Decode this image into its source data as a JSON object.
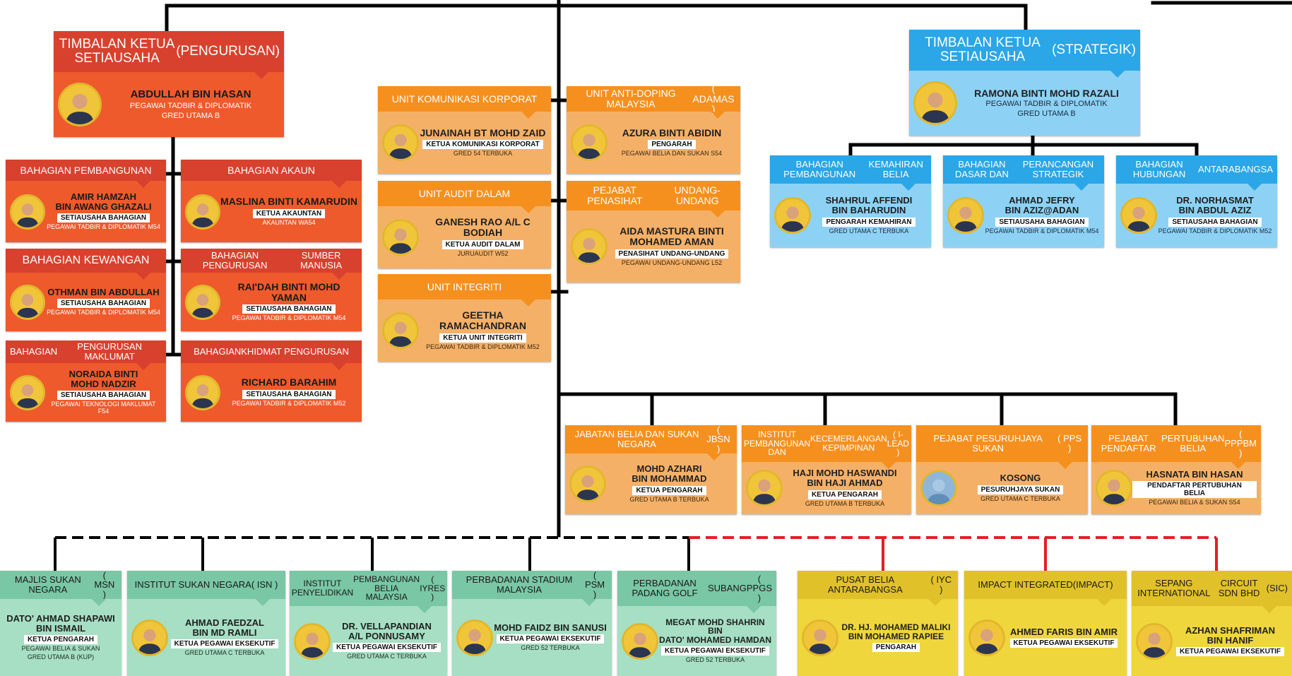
{
  "colors": {
    "red_header": "#d8412e",
    "red_body": "#ee5a2c",
    "blue_header": "#2ba6e6",
    "blue_body": "#8dd2f4",
    "orange_header": "#f5901f",
    "orange_body": "#f5b068",
    "green_header": "#79c7a5",
    "green_body": "#a6dfc4",
    "yellow_header": "#e1c12a",
    "yellow_body": "#efd63c",
    "connector_black": "#000000",
    "connector_red_dashed": "#e41e26",
    "avatar_ring": "#e2b72c"
  },
  "boxes": [
    {
      "key": "tks_pengurusan",
      "header": [
        "TIMBALAN KETUA SETIAUSAHA",
        "(PENGURUSAN)"
      ],
      "name": [
        "ABDULLAH BIN HASAN"
      ],
      "position": "",
      "grade": [
        "PEGAWAI TADBIR & DIPLOMATIK",
        "GRED UTAMA B"
      ]
    },
    {
      "key": "tks_strategik",
      "header": [
        "TIMBALAN KETUA SETIAUSAHA",
        "(STRATEGIK)"
      ],
      "name": [
        "RAMONA BINTI MOHD RAZALI"
      ],
      "position": "",
      "grade": [
        "PEGAWAI TADBIR & DIPLOMATIK",
        "GRED UTAMA B"
      ]
    },
    {
      "key": "bah_pembangunan",
      "header": [
        "BAHAGIAN PEMBANGUNAN"
      ],
      "name": [
        "AMIR HAMZAH",
        "BIN AWANG GHAZALI"
      ],
      "position": "SETIAUSAHA BAHAGIAN",
      "grade": [
        "PEGAWAI TADBIR & DIPLOMATIK M54"
      ]
    },
    {
      "key": "bah_akaun",
      "header": [
        "BAHAGIAN AKAUN"
      ],
      "name": [
        "MASLINA BINTI KAMARUDIN"
      ],
      "position": "KETUA AKAUNTAN",
      "grade": [
        "AKAUNTAN WA54"
      ]
    },
    {
      "key": "bah_kewangan",
      "header": [
        "BAHAGIAN KEWANGAN"
      ],
      "name": [
        "OTHMAN BIN ABDULLAH"
      ],
      "position": "SETIAUSAHA BAHAGIAN",
      "grade": [
        "PEGAWAI TADBIR & DIPLOMATIK M54"
      ]
    },
    {
      "key": "bah_psm",
      "header": [
        "BAHAGIAN PENGURUSAN",
        "SUMBER MANUSIA"
      ],
      "name": [
        "RAI'DAH BINTI MOHD YAMAN"
      ],
      "position": "SETIAUSAHA BAHAGIAN",
      "grade": [
        "PEGAWAI TADBIR & DIPLOMATIK M54"
      ]
    },
    {
      "key": "bah_maklumat",
      "header": [
        "BAHAGIAN",
        "PENGURUSAN MAKLUMAT"
      ],
      "name": [
        "NORAIDA BINTI",
        "MOHD NADZIR"
      ],
      "position": "SETIAUSAHA BAHAGIAN",
      "grade": [
        "PEGAWAI TEKNOLOGI MAKLUMAT F54"
      ]
    },
    {
      "key": "bah_khidmat",
      "header": [
        "BAHAGIAN",
        "KHIDMAT PENGURUSAN"
      ],
      "name": [
        "RICHARD BARAHIM"
      ],
      "position": "SETIAUSAHA BAHAGIAN",
      "grade": [
        "PEGAWAI TADBIR & DIPLOMATIK M52"
      ]
    },
    {
      "key": "unit_komunikasi",
      "header": [
        "UNIT KOMUNIKASI KORPORAT"
      ],
      "name": [
        "JUNAINAH BT MOHD ZAID"
      ],
      "position": "KETUA KOMUNIKASI KORPORAT",
      "grade": [
        "GRED 54 TERBUKA"
      ]
    },
    {
      "key": "unit_antidoping",
      "header": [
        "UNIT ANTI-DOPING MALAYSIA",
        "( ADAMAS )"
      ],
      "name": [
        "AZURA BINTI ABIDIN"
      ],
      "position": "PENGARAH",
      "grade": [
        "PEGAWAI BELIA DAN SUKAN S54"
      ]
    },
    {
      "key": "unit_audit",
      "header": [
        "UNIT AUDIT DALAM"
      ],
      "name": [
        "GANESH RAO A/L C BODIAH"
      ],
      "position": "KETUA AUDIT DALAM",
      "grade": [
        "JURUAUDIT W52"
      ]
    },
    {
      "key": "pejabat_undang",
      "header": [
        "PEJABAT PENASIHAT",
        "UNDANG-UNDANG"
      ],
      "name": [
        "AIDA MASTURA BINTI",
        "MOHAMED AMAN"
      ],
      "position": "PENASIHAT UNDANG-UNDANG",
      "grade": [
        "PEGAWAI UNDANG-UNDANG L52"
      ]
    },
    {
      "key": "unit_integriti",
      "header": [
        "UNIT INTEGRITI"
      ],
      "name": [
        "GEETHA RAMACHANDRAN"
      ],
      "position": "KETUA UNIT INTEGRITI",
      "grade": [
        "PEGAWAI TADBIR & DIPLOMATIK M52"
      ]
    },
    {
      "key": "bah_kemahiran",
      "header": [
        "BAHAGIAN PEMBANGUNAN",
        "KEMAHIRAN BELIA"
      ],
      "name": [
        "SHAHRUL AFFENDI",
        "BIN BAHARUDIN"
      ],
      "position": "PENGARAH KEMAHIRAN",
      "grade": [
        "GRED UTAMA C TERBUKA"
      ]
    },
    {
      "key": "bah_dasar",
      "header": [
        "BAHAGIAN DASAR DAN",
        "PERANCANGAN STRATEGIK"
      ],
      "name": [
        "AHMAD JEFRY",
        "BIN AZIZ@ADAN"
      ],
      "position": "SETIAUSAHA BAHAGIAN",
      "grade": [
        "PEGAWAI TADBIR & DIPLOMATIK M54"
      ]
    },
    {
      "key": "bah_antarabangsa",
      "header": [
        "BAHAGIAN HUBUNGAN",
        "ANTARABANGSA"
      ],
      "name": [
        "DR. NORHASMAT",
        "BIN ABDUL AZIZ"
      ],
      "position": "SETIAUSAHA BAHAGIAN",
      "grade": [
        "PEGAWAI TADBIR & DIPLOMATIK M52"
      ]
    },
    {
      "key": "jbsn",
      "header": [
        "JABATAN BELIA DAN SUKAN NEGARA",
        "( JBSN )"
      ],
      "name": [
        "MOHD AZHARI",
        "BIN MOHAMMAD"
      ],
      "position": "KETUA PENGARAH",
      "grade": [
        "GRED UTAMA B TERBUKA"
      ]
    },
    {
      "key": "ilead",
      "header": [
        "INSTITUT PEMBANGUNAN DAN",
        "KECEMERLANGAN KEPIMPINAN",
        "( i-LEAD )"
      ],
      "name": [
        "HAJI MOHD HASWANDI",
        "BIN HAJI AHMAD"
      ],
      "position": "KETUA PENGARAH",
      "grade": [
        "GRED UTAMA B TERBUKA"
      ]
    },
    {
      "key": "pps",
      "header": [
        "PEJABAT PESURUHJAYA SUKAN",
        "( PPS )"
      ],
      "name": [
        "KOSONG"
      ],
      "position": "PESURUHJAYA SUKAN",
      "grade": [
        "GRED UTAMA C TERBUKA"
      ]
    },
    {
      "key": "pppbm",
      "header": [
        "PEJABAT PENDAFTAR",
        "PERTUBUHAN BELIA",
        "( PPPBM )"
      ],
      "name": [
        "HASNATA BIN HASAN"
      ],
      "position": "PENDAFTAR PERTUBUHAN BELIA",
      "grade": [
        "PEGAWAI BELIA & SUKAN S54"
      ]
    },
    {
      "key": "msn",
      "header": [
        "MAJLIS SUKAN NEGARA",
        "( MSN )"
      ],
      "name": [
        "DATO' AHMAD SHAPAWI",
        "BIN ISMAIL"
      ],
      "position": "KETUA PENGARAH",
      "grade": [
        "PEGAWAI BELIA & SUKAN",
        "GRED UTAMA B (KUP)"
      ]
    },
    {
      "key": "isn",
      "header": [
        "INSTITUT SUKAN NEGARA",
        "( ISN )"
      ],
      "name": [
        "AHMAD FAEDZAL",
        "BIN MD RAMLI"
      ],
      "position": "KETUA PEGAWAI EKSEKUTIF",
      "grade": [
        "GRED UTAMA C TERBUKA"
      ]
    },
    {
      "key": "iyres",
      "header": [
        "INSTITUT PENYELIDIKAN",
        "PEMBANGUNAN BELIA MALAYSIA",
        "( IYRES )"
      ],
      "name": [
        "DR. VELLAPANDIAN",
        "A/L PONNUSAMY"
      ],
      "position": "KETUA PEGAWAI EKSEKUTIF",
      "grade": [
        "GRED UTAMA C TERBUKA"
      ]
    },
    {
      "key": "psm",
      "header": [
        "PERBADANAN STADIUM MALAYSIA",
        "( PSM )"
      ],
      "name": [
        "MOHD FAIDZ BIN SANUSI"
      ],
      "position": "KETUA PEGAWAI EKSEKUTIF",
      "grade": [
        "GRED 52 TERBUKA"
      ]
    },
    {
      "key": "ppgs",
      "header": [
        "PERBADANAN PADANG GOLF",
        "SUBANG",
        "( PPGS )"
      ],
      "name": [
        "MEGAT MOHD SHAHRIN BIN",
        "DATO' MOHAMED HAMDAN"
      ],
      "position": "KETUA PEGAWAI EKSEKUTIF",
      "grade": [
        "GRED 52 TERBUKA"
      ]
    },
    {
      "key": "ivc",
      "header": [
        "PUSAT BELIA ANTARABANGSA",
        "( IYC )"
      ],
      "name": [
        "DR. HJ. MOHAMED MALIKI",
        "BIN MOHAMED RAPIEE"
      ],
      "position": "PENGARAH",
      "grade": []
    },
    {
      "key": "impact",
      "header": [
        "IMPACT INTEGRATED",
        "(IMPACT)"
      ],
      "name": [
        "AHMED FARIS BIN AMIR"
      ],
      "position": "KETUA PEGAWAI EKSEKUTIF",
      "grade": []
    },
    {
      "key": "sic",
      "header": [
        "SEPANG INTERNATIONAL",
        "CIRCUIT SDN BHD",
        "(SIC)"
      ],
      "name": [
        "AZHAN SHAFRIMAN",
        "BIN HANIF"
      ],
      "position": "KETUA PEGAWAI EKSEKUTIF",
      "grade": []
    }
  ]
}
